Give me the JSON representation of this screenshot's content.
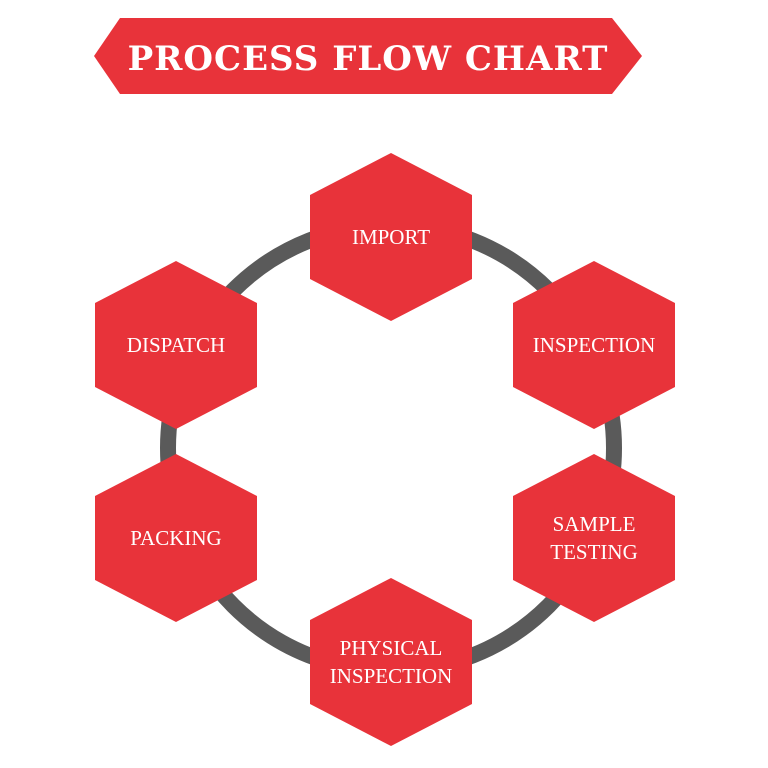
{
  "title": "PROCESS FLOW CHART",
  "colors": {
    "accent": "#e8333a",
    "ring": "#5a5a5a",
    "text_on_accent": "#ffffff",
    "background": "#ffffff"
  },
  "nodes": [
    {
      "id": "import",
      "lines": [
        "IMPORT"
      ]
    },
    {
      "id": "inspection",
      "lines": [
        "INSPECTION"
      ]
    },
    {
      "id": "sample-testing",
      "lines": [
        "SAMPLE",
        "TESTING"
      ]
    },
    {
      "id": "physical-inspection",
      "lines": [
        "PHYSICAL",
        "INSPECTION"
      ]
    },
    {
      "id": "packing",
      "lines": [
        "PACKING"
      ]
    },
    {
      "id": "dispatch",
      "lines": [
        "DISPATCH"
      ]
    }
  ]
}
